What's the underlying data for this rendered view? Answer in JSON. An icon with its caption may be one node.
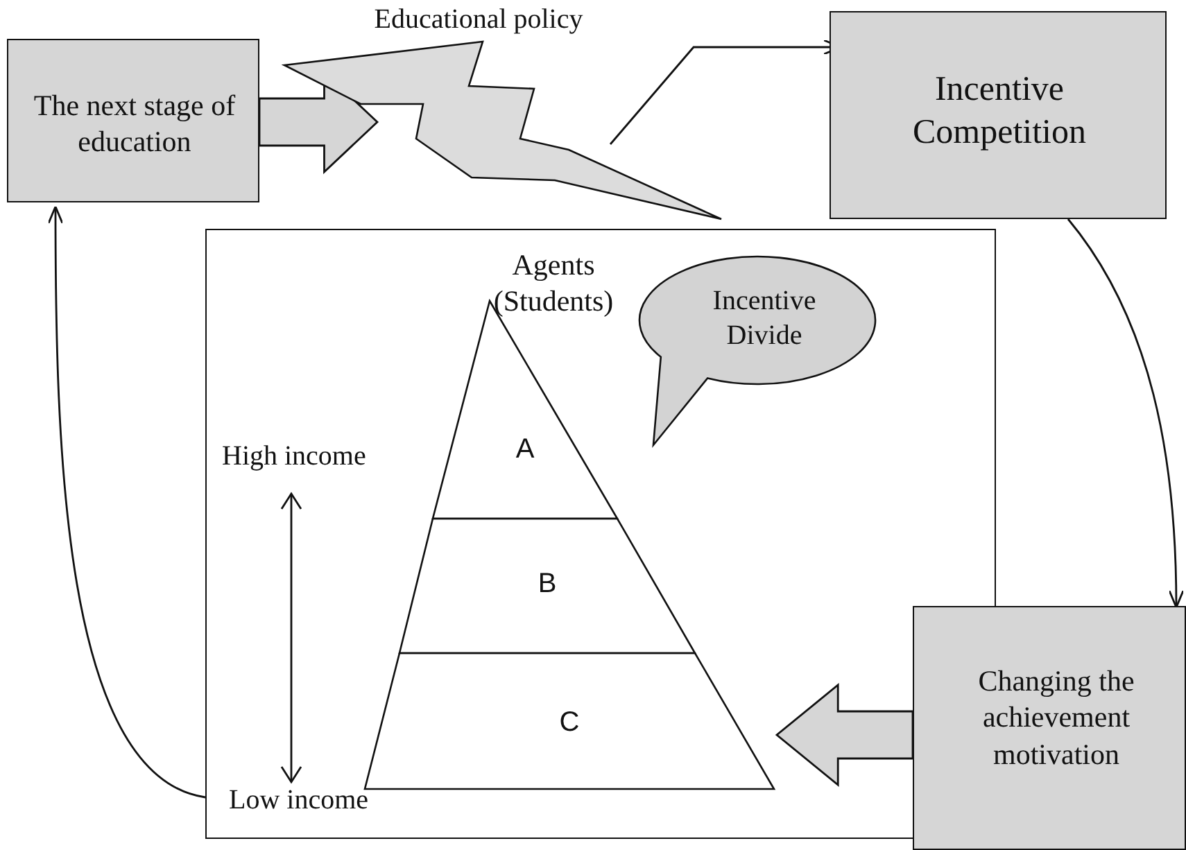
{
  "diagram": {
    "nodes": [
      {
        "text": [
          "The next stage of education"
        ]
      },
      {
        "text": [
          "Educational policy"
        ]
      },
      {
        "text": [
          "Incentive Competition"
        ]
      },
      {
        "text": [],
        "shape": "box"
      },
      {
        "text": [
          "Agents (Students)"
        ],
        "in": 3
      },
      {
        "text": [
          "A"
        ],
        "in": 4
      },
      {
        "text": [
          "B"
        ],
        "in": 4
      },
      {
        "text": [
          "C"
        ],
        "in": 4
      },
      {
        "text": [
          "Incentive Divide"
        ],
        "in": 3
      },
      {
        "text": [
          "Changing the achievement motivation"
        ]
      }
    ],
    "edges": [
      {
        "from": 0,
        "to": 1,
        "arrow": "to",
        "style": "thick"
      },
      {
        "from": 1,
        "to": 2,
        "arrow": "to"
      },
      {
        "from": 2,
        "to": 9,
        "arrow": "to"
      },
      {
        "from": 9,
        "to": 4,
        "arrow": "to",
        "style": "thick"
      },
      {
        "from": 3,
        "to": 0,
        "arrow": "to"
      }
    ],
    "labels": [
      "High income",
      "Low income"
    ]
  }
}
